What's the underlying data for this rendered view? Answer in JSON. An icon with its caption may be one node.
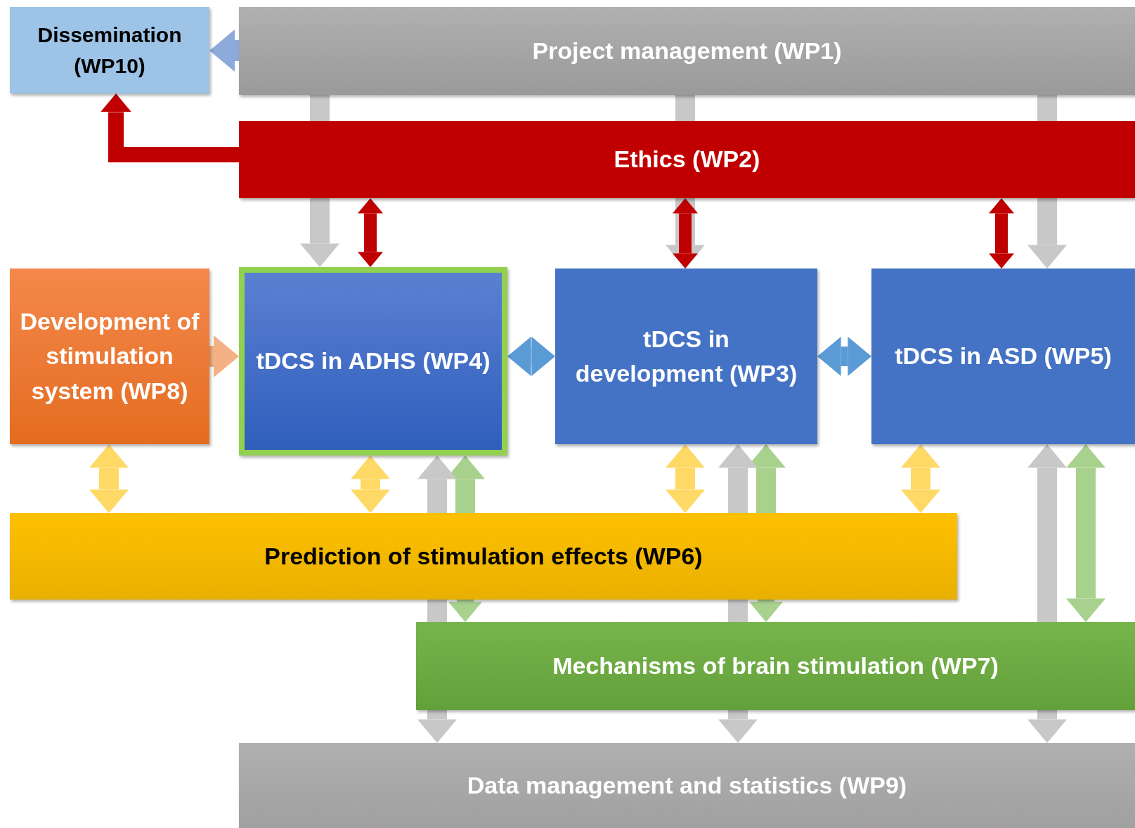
{
  "diagram": {
    "nodes": [
      {
        "text": [
          "Dissemination (WP10)"
        ]
      },
      {
        "text": [
          "Project management (WP1)"
        ]
      },
      {
        "text": [
          "Ethics (WP2)"
        ]
      },
      {
        "text": [
          "Development of stimulation system (WP8)"
        ]
      },
      {
        "text": [
          "tDCS in ADHS (WP4)"
        ]
      },
      {
        "text": [
          "tDCS in development (WP3)"
        ]
      },
      {
        "text": [
          "tDCS in ASD (WP5)"
        ]
      },
      {
        "text": [
          "Prediction of stimulation effects (WP6)"
        ]
      },
      {
        "text": [
          "Mechanisms of brain stimulation (WP7)"
        ]
      },
      {
        "text": [
          "Data management and statistics (WP9)"
        ]
      }
    ],
    "edges": [
      {
        "from": 1,
        "to": 0,
        "arrow": "to",
        "color": "#8eaadb"
      },
      {
        "from": 2,
        "to": 0,
        "arrow": "to",
        "color": "#c00000"
      },
      {
        "from": 1,
        "to": 2,
        "arrow": "none"
      },
      {
        "from": 1,
        "to": 2,
        "arrow": "none"
      },
      {
        "from": 1,
        "to": 2,
        "arrow": "none"
      },
      {
        "from": 2,
        "to": 4,
        "arrow": "to"
      },
      {
        "from": 2,
        "to": 5,
        "arrow": "to"
      },
      {
        "from": 2,
        "to": 6,
        "arrow": "to"
      },
      {
        "from": 2,
        "to": 4,
        "arrow": "both",
        "color": "#c00000"
      },
      {
        "from": 2,
        "to": 5,
        "arrow": "both",
        "color": "#c00000"
      },
      {
        "from": 2,
        "to": 6,
        "arrow": "both",
        "color": "#c00000"
      },
      {
        "from": 3,
        "to": 4,
        "arrow": "to",
        "color": "#f4b183"
      },
      {
        "from": 4,
        "to": 5,
        "arrow": "both",
        "color": "#5b9bd5"
      },
      {
        "from": 5,
        "to": 6,
        "arrow": "both",
        "color": "#5b9bd5"
      },
      {
        "from": 3,
        "to": 7,
        "arrow": "both",
        "color": "#ffd966"
      },
      {
        "from": 4,
        "to": 7,
        "arrow": "both",
        "color": "#ffd966"
      },
      {
        "from": 5,
        "to": 7,
        "arrow": "both",
        "color": "#ffd966"
      },
      {
        "from": 6,
        "to": 7,
        "arrow": "both",
        "color": "#ffd966"
      },
      {
        "from": 7,
        "to": 4,
        "arrow": "to",
        "color": "#a9d18e"
      },
      {
        "from": 7,
        "to": 8,
        "arrow": "to",
        "color": "#a9d18e"
      },
      {
        "from": 7,
        "to": 5,
        "arrow": "to",
        "color": "#a9d18e"
      },
      {
        "from": 7,
        "to": 8,
        "arrow": "to",
        "color": "#a9d18e"
      },
      {
        "from": 6,
        "to": 8,
        "arrow": "both",
        "color": "#a9d18e"
      },
      {
        "from": 7,
        "to": 4,
        "arrow": "to"
      },
      {
        "from": 7,
        "to": 8,
        "arrow": "none"
      },
      {
        "from": 8,
        "to": 9,
        "arrow": "to"
      },
      {
        "from": 7,
        "to": 5,
        "arrow": "to"
      },
      {
        "from": 7,
        "to": 8,
        "arrow": "none"
      },
      {
        "from": 8,
        "to": 9,
        "arrow": "to"
      },
      {
        "from": 8,
        "to": 6,
        "arrow": "to"
      },
      {
        "from": 8,
        "to": 9,
        "arrow": "to"
      }
    ]
  }
}
